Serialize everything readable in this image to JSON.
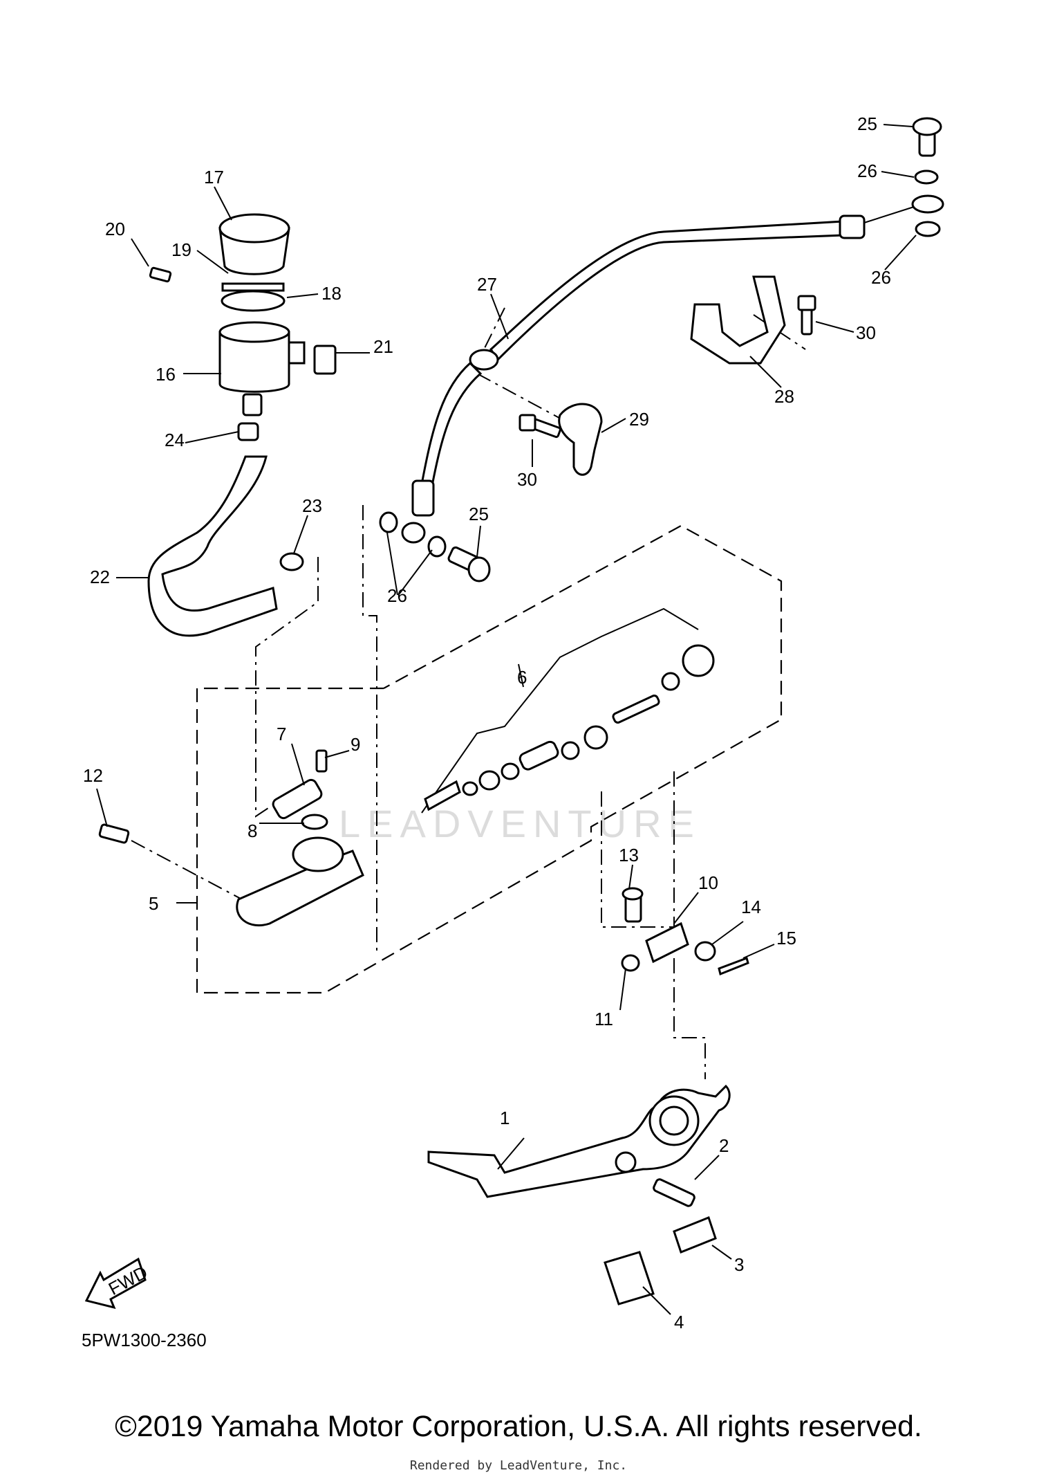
{
  "callouts": [
    {
      "id": "c1",
      "text": "1"
    },
    {
      "id": "c2",
      "text": "2"
    },
    {
      "id": "c3",
      "text": "3"
    },
    {
      "id": "c4",
      "text": "4"
    },
    {
      "id": "c5",
      "text": "5"
    },
    {
      "id": "c6",
      "text": "6"
    },
    {
      "id": "c7",
      "text": "7"
    },
    {
      "id": "c8",
      "text": "8"
    },
    {
      "id": "c9",
      "text": "9"
    },
    {
      "id": "c10",
      "text": "10"
    },
    {
      "id": "c11",
      "text": "11"
    },
    {
      "id": "c12",
      "text": "12"
    },
    {
      "id": "c13",
      "text": "13"
    },
    {
      "id": "c14",
      "text": "14"
    },
    {
      "id": "c15",
      "text": "15"
    },
    {
      "id": "c16",
      "text": "16"
    },
    {
      "id": "c17",
      "text": "17"
    },
    {
      "id": "c18",
      "text": "18"
    },
    {
      "id": "c19",
      "text": "19"
    },
    {
      "id": "c20",
      "text": "20"
    },
    {
      "id": "c21",
      "text": "21"
    },
    {
      "id": "c22",
      "text": "22"
    },
    {
      "id": "c23",
      "text": "23"
    },
    {
      "id": "c24",
      "text": "24"
    },
    {
      "id": "c25a",
      "text": "25"
    },
    {
      "id": "c25b",
      "text": "25"
    },
    {
      "id": "c26a",
      "text": "26"
    },
    {
      "id": "c26b",
      "text": "26"
    },
    {
      "id": "c26c",
      "text": "26"
    },
    {
      "id": "c27",
      "text": "27"
    },
    {
      "id": "c28",
      "text": "28"
    },
    {
      "id": "c29",
      "text": "29"
    },
    {
      "id": "c30a",
      "text": "30"
    },
    {
      "id": "c30b",
      "text": "30"
    }
  ],
  "fwd_label": "FWD",
  "watermark": "LEADVENTURE",
  "diagram_code": "5PW1300-2360",
  "copyright": "©2019 Yamaha Motor Corporation, U.S.A. All rights reserved.",
  "rendered_by": "Rendered by LeadVenture, Inc."
}
